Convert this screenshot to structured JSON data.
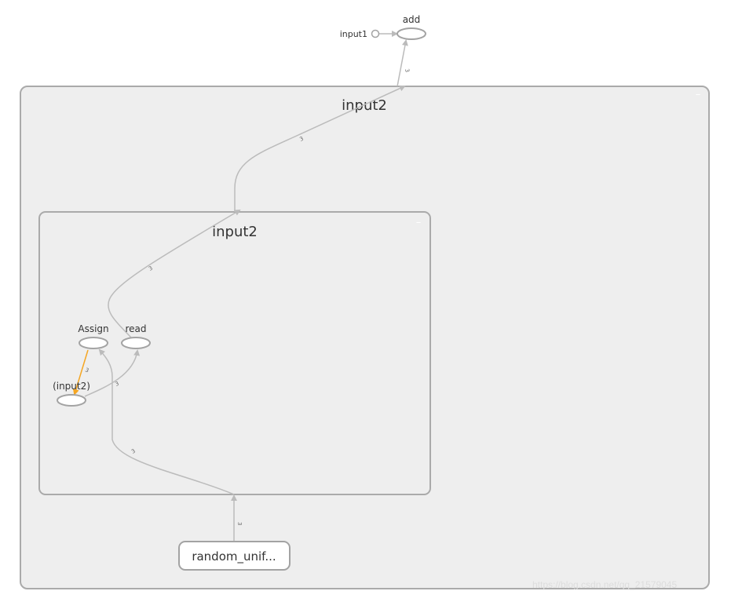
{
  "colors": {
    "group_fill": "#eeeeee",
    "group_stroke": "#aaaaaa",
    "node_fill": "#ffffff",
    "node_stroke": "#a3a3a3",
    "edge": "#bbbbbb",
    "ref_edge": "#f5a623"
  },
  "nodes": {
    "add": "add",
    "input1": "input1",
    "assign": "Assign",
    "read": "read",
    "input2_var": "(input2)",
    "random_uniform": "random_unif..."
  },
  "groups": {
    "outer": {
      "title": "input2",
      "collapse": "–"
    },
    "inner": {
      "title": "input2",
      "collapse": "–"
    }
  },
  "edge_labels": {
    "add_in": "3",
    "outer_top": "3",
    "inner_top": "3",
    "ref": "3",
    "to_read": "3",
    "to_assign": "3",
    "rand_up": "3"
  },
  "watermark": "https://blog.csdn.net/qq_21579045"
}
